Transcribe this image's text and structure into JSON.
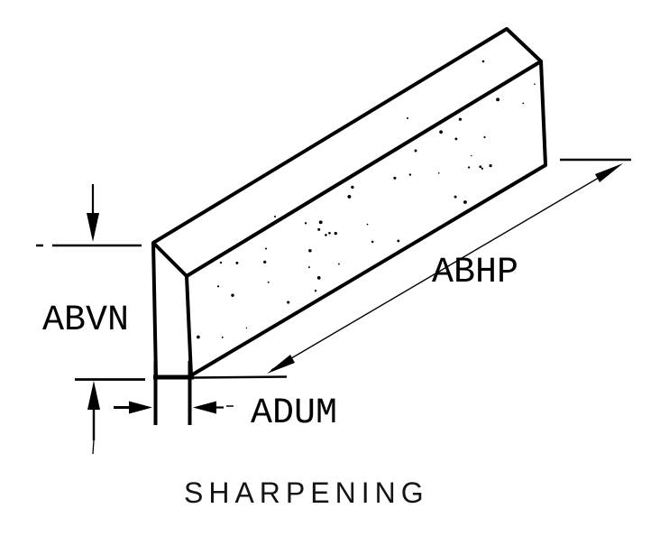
{
  "diagram": {
    "caption": "SHARPENING",
    "dimensions": {
      "height_label": "ABVN",
      "length_label": "ABHP",
      "width_label": "ADUM"
    },
    "colors": {
      "ink": "#000000",
      "paper": "#ffffff"
    }
  }
}
